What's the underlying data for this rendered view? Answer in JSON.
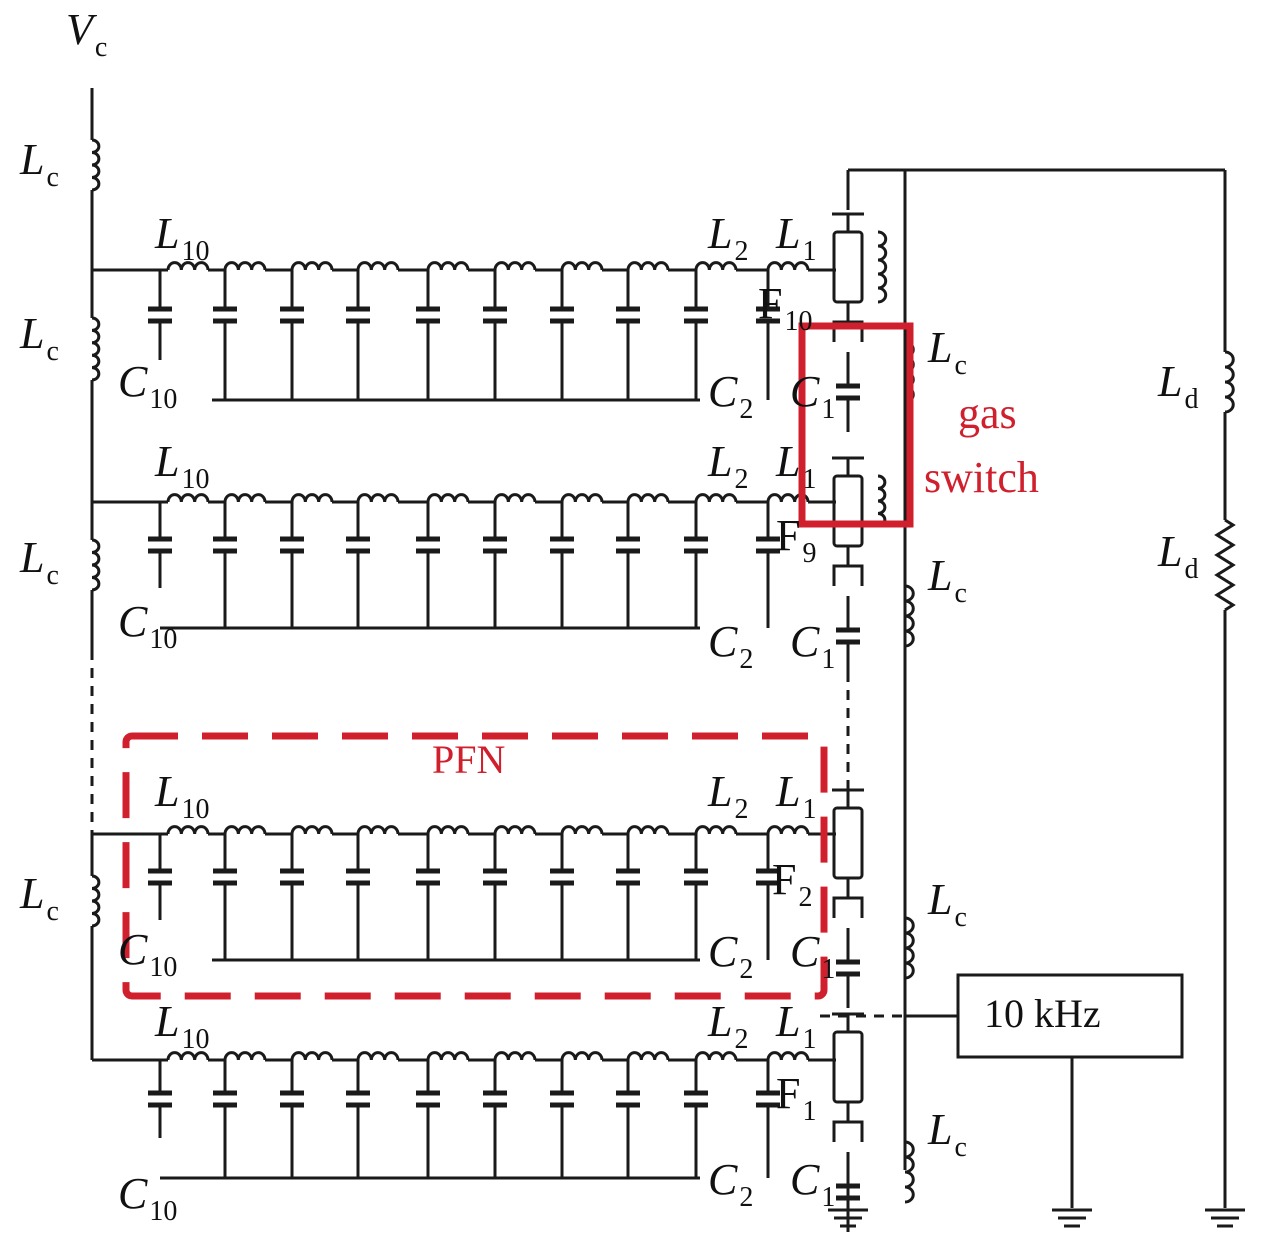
{
  "labels": {
    "vc": {
      "sym": "V",
      "sub": "c"
    },
    "lc": {
      "sym": "L",
      "sub": "c"
    },
    "ld": {
      "sym": "L",
      "sub": "d"
    },
    "l10": {
      "sym": "L",
      "sub": "10"
    },
    "l2": {
      "sym": "L",
      "sub": "2"
    },
    "l1": {
      "sym": "L",
      "sub": "1"
    },
    "c10": {
      "sym": "C",
      "sub": "10"
    },
    "c2": {
      "sym": "C",
      "sub": "2"
    },
    "c1": {
      "sym": "C",
      "sub": "1"
    },
    "f10": {
      "sym": "F",
      "sub": "10"
    },
    "f9": {
      "sym": "F",
      "sub": "9"
    },
    "f2": {
      "sym": "F",
      "sub": "2"
    },
    "f1": {
      "sym": "F",
      "sub": "1"
    }
  },
  "annotations": {
    "gas_line1": "gas",
    "gas_line2": "switch",
    "pfn": "PFN"
  },
  "trigger_box": "10 kHz",
  "colors": {
    "wire": "#1a1a1a",
    "highlight": "#d0202e"
  }
}
